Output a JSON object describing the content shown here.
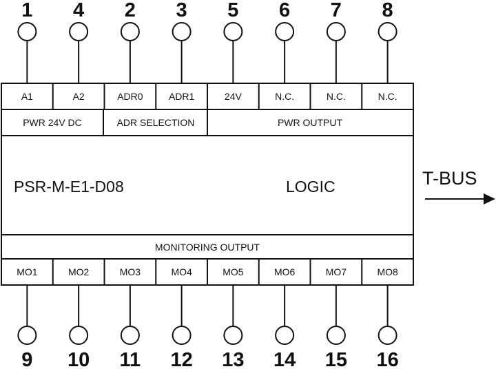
{
  "top_terminals": [
    {
      "number": "1",
      "label": "A1"
    },
    {
      "number": "4",
      "label": "A2"
    },
    {
      "number": "2",
      "label": "ADR0"
    },
    {
      "number": "3",
      "label": "ADR1"
    },
    {
      "number": "5",
      "label": "24V"
    },
    {
      "number": "6",
      "label": "N.C."
    },
    {
      "number": "7",
      "label": "N.C."
    },
    {
      "number": "8",
      "label": "N.C."
    }
  ],
  "top_groups": [
    "PWR 24V DC",
    "ADR SELECTION",
    "PWR OUTPUT"
  ],
  "module": {
    "name": "PSR-M-E1-D08",
    "logic_label": "LOGIC"
  },
  "bottom_group": "MONITORING OUTPUT",
  "bottom_terminals": [
    {
      "number": "9",
      "label": "MO1"
    },
    {
      "number": "10",
      "label": "MO2"
    },
    {
      "number": "11",
      "label": "MO3"
    },
    {
      "number": "12",
      "label": "MO4"
    },
    {
      "number": "13",
      "label": "MO5"
    },
    {
      "number": "14",
      "label": "MO6"
    },
    {
      "number": "15",
      "label": "MO7"
    },
    {
      "number": "16",
      "label": "MO8"
    }
  ],
  "bus_label": "T-BUS"
}
